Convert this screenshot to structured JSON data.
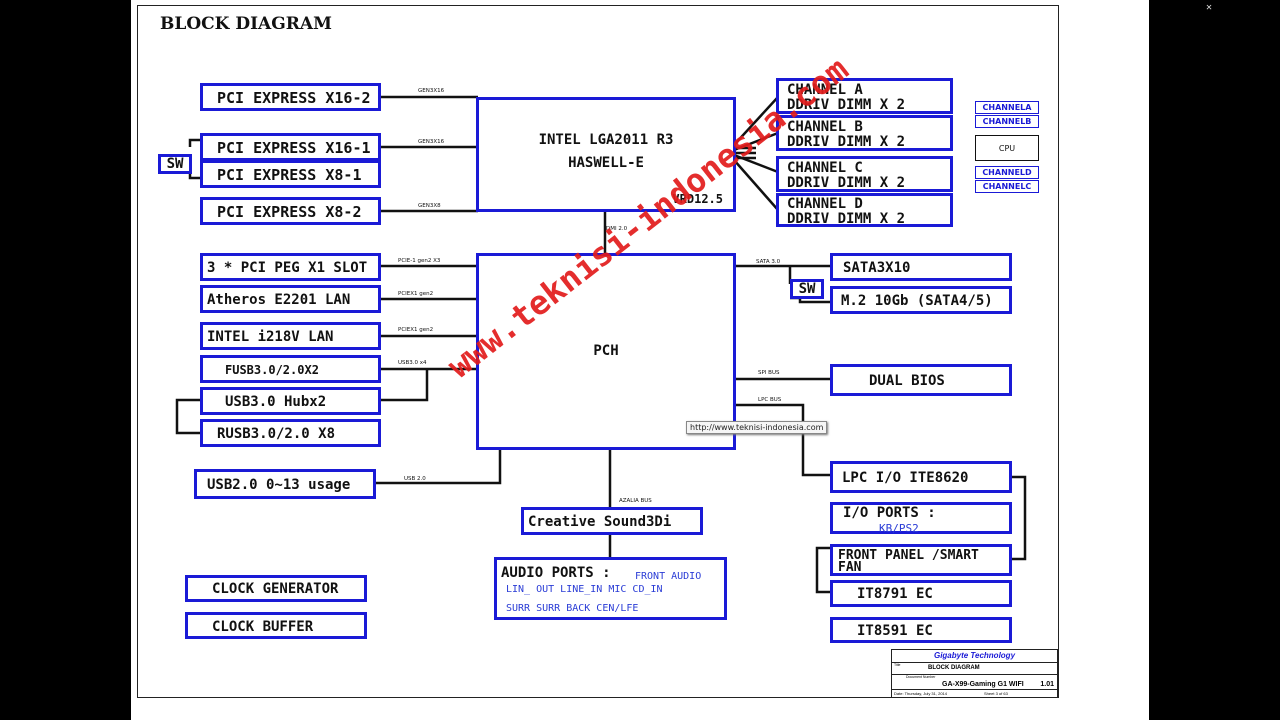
{
  "title": "BLOCK DIAGRAM",
  "cpu": {
    "line1": "INTEL LGA2011 R3",
    "line2": "HASWELL-E",
    "vrd": "VRD12.5"
  },
  "pch": "PCH",
  "left": {
    "pcie16_2": "PCI EXPRESS X16-2",
    "pcie16_1": "PCI EXPRESS X16-1",
    "pcie8_1": "PCI EXPRESS X8-1",
    "pcie8_2": "PCI EXPRESS X8-2",
    "sw": "SW",
    "peg": "3 * PCI PEG X1 SLOT",
    "lan1": "Atheros E2201 LAN",
    "lan2": "INTEL i218V LAN",
    "fusb": "FUSB3.0/2.0X2",
    "usbhub": "USB3.0 Hubx2",
    "rusb": "RUSB3.0/2.0 X8",
    "usb2": "USB2.0 0~13 usage",
    "clkgen": "CLOCK GENERATOR",
    "clkbuf": "CLOCK BUFFER"
  },
  "channels": [
    {
      "line1": "CHANNEL A",
      "line2": "DDRIV  DIMM X 2"
    },
    {
      "line1": "CHANNEL B",
      "line2": "DDRIV  DIMM X 2"
    },
    {
      "line1": "CHANNEL C",
      "line2": "DDRIV  DIMM X 2"
    },
    {
      "line1": "CHANNEL D",
      "line2": "DDRIV  DIMM X 2"
    }
  ],
  "legend": {
    "a": "CHANNELA",
    "b": "CHANNELB",
    "cpu": "CPU",
    "d": "CHANNELD",
    "c": "CHANNELC"
  },
  "right": {
    "sata": "SATA3X10",
    "sw": "SW",
    "m2": "M.2 10Gb (SATA4/5)",
    "bios": "DUAL BIOS",
    "lpc": "LPC I/O ITE8620",
    "io": "I/O PORTS :",
    "io_sub": "KB/PS2",
    "front": "FRONT PANEL /SMART FAN",
    "ec1": "IT8791 EC",
    "ec2": "IT8591 EC"
  },
  "audio": {
    "codec": "Creative Sound3Di",
    "ports": "AUDIO PORTS :",
    "front": "FRONT AUDIO",
    "row1": "LIN_ OUT   LINE_IN   MIC  CD_IN",
    "row2": "SURR    SURR BACK    CEN/LFE"
  },
  "bus_labels": {
    "gen3x16a": "GEN3X16",
    "gen3x16b": "GEN3X16",
    "gen3x8": "GEN3X8",
    "dmi": "DMI 2.0",
    "pcie_gen2x3": "PCIE-1 gen2 X3",
    "pciex1a": "PCIEX1 gen2",
    "pciex1b": "PCIEX1 gen2",
    "usb3x4": "USB3.0 x4",
    "usb2": "USB 2.0",
    "sata": "SATA 3.0",
    "spi": "SPI BUS",
    "lpc": "LPC BUS",
    "azalia": "AZALIA BUS"
  },
  "watermark": "www.teknisi-indonesia.com",
  "tooltip": "http://www.teknisi-indonesia.com",
  "title_block": {
    "company": "Gigabyte Technology",
    "title_tag": "Title",
    "title": "BLOCK DIAGRAM",
    "docnum_tag": "Document Number",
    "docnum": "GA-X99-Gaming G1 WIFI",
    "rev": "1.01",
    "date": "Date: Thursday, July 31, 2014",
    "sheet": "Sheet  3  of  63"
  },
  "colors": {
    "box_border": "#1a1ad6",
    "watermark": "#e21c1c"
  }
}
